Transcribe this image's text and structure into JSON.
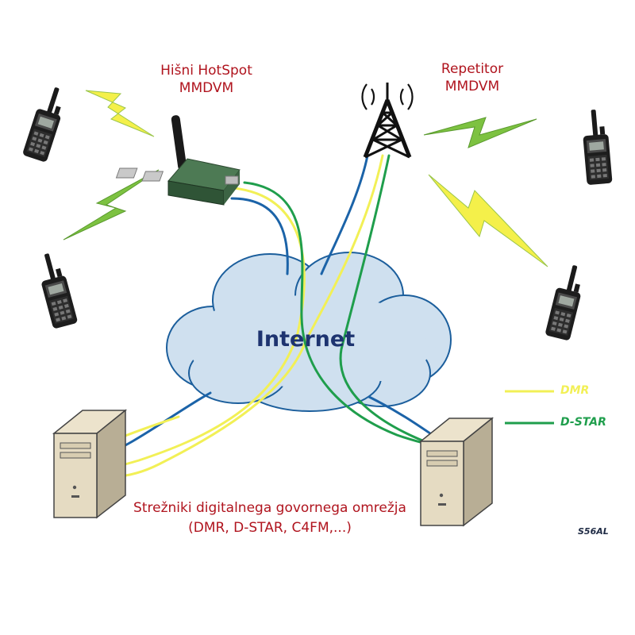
{
  "colors": {
    "dmr": "#f2f056",
    "dstar": "#1f9e4c",
    "internet_link": "#1b63a8",
    "cloud_fill": "#cfe0ef",
    "cloud_stroke": "#1b5e9c",
    "label_red": "#b0141e",
    "internet_text": "#1e3470",
    "lightning_yellow": "#f4f04a",
    "lightning_green": "#7dc241"
  },
  "hotspot": {
    "title_line1": "Hišni HotSpot",
    "title_line2": "MMDVM"
  },
  "repeater": {
    "title_line1": "Repetitor",
    "title_line2": "MMDVM"
  },
  "cloud": {
    "label": "Internet"
  },
  "servers": {
    "caption_line1": "Strežniki digitalnega govornega omrežja",
    "caption_line2": "(DMR, D-STAR, C4FM,...)"
  },
  "legend": {
    "dmr": "DMR",
    "dstar": "D-STAR"
  },
  "author": "S56AL",
  "icons": [
    "handheld-radio-icon",
    "hotspot-board-icon",
    "radio-tower-icon",
    "server-icon",
    "lightning-icon",
    "cloud-icon"
  ]
}
